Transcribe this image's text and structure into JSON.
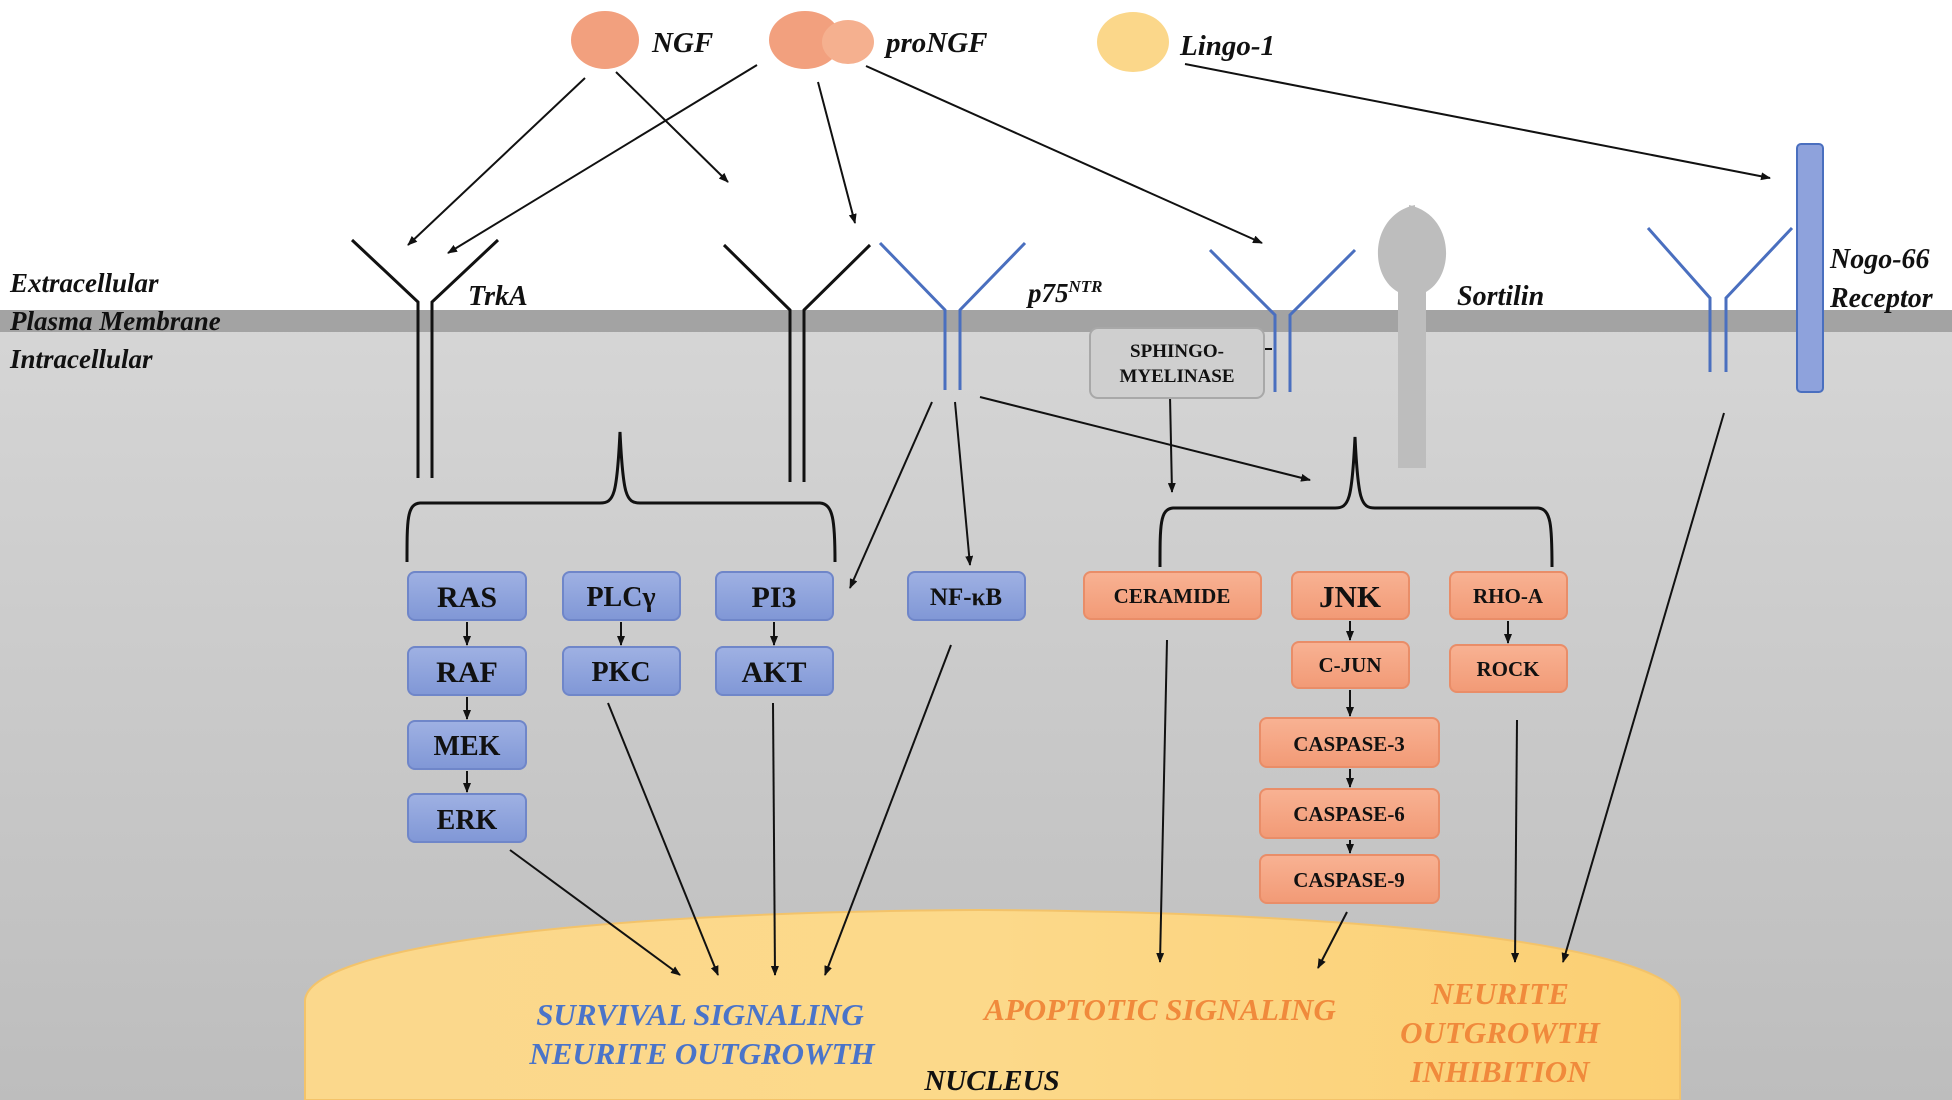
{
  "ligands": {
    "ngf": "NGF",
    "prongf": "proNGF",
    "lingo": "Lingo-1"
  },
  "regions": {
    "extracellular": "Extracellular",
    "membrane": "Plasma Membrane",
    "intracellular": "Intracellular",
    "nucleus": "NUCLEUS"
  },
  "receptors": {
    "trka": "TrkA",
    "p75_base": "p75",
    "p75_sup": "NTR",
    "sortilin": "Sortilin",
    "nogo_line1": "Nogo-66",
    "nogo_line2": "Receptor"
  },
  "nodes": {
    "ras": "RAS",
    "raf": "RAF",
    "mek": "MEK",
    "erk": "ERK",
    "plcg": "PLCγ",
    "pkc": "PKC",
    "pi3": "PI3",
    "akt": "AKT",
    "nfkb": "NF-κB",
    "sphingo_line1": "SPHINGO-",
    "sphingo_line2": "MYELINASE",
    "ceramide": "CERAMIDE",
    "jnk": "JNK",
    "cjun": "C-JUN",
    "casp3": "CASPASE-3",
    "casp6": "CASPASE-6",
    "casp9": "CASPASE-9",
    "rhoa": "RHO-A",
    "rock": "ROCK"
  },
  "outcomes": {
    "survival_line1": "SURVIVAL SIGNALING",
    "survival_line2": "NEURITE OUTGROWTH",
    "apoptotic": "APOPTOTIC SIGNALING",
    "inhibition_line1": "NEURITE",
    "inhibition_line2": "OUTGROWTH",
    "inhibition_line3": "INHIBITION"
  },
  "colors": {
    "blue_node": "#8fa3dc",
    "orange_node": "#f4a582",
    "ligand_orange": "#f2a07e",
    "lingo_yellow": "#fbd78a",
    "nucleus_yellow": "#fbd27a",
    "receptor_blue": "#4a6fbf",
    "outcome_blue": "#4a74c9",
    "outcome_orange": "#f08a3c"
  }
}
